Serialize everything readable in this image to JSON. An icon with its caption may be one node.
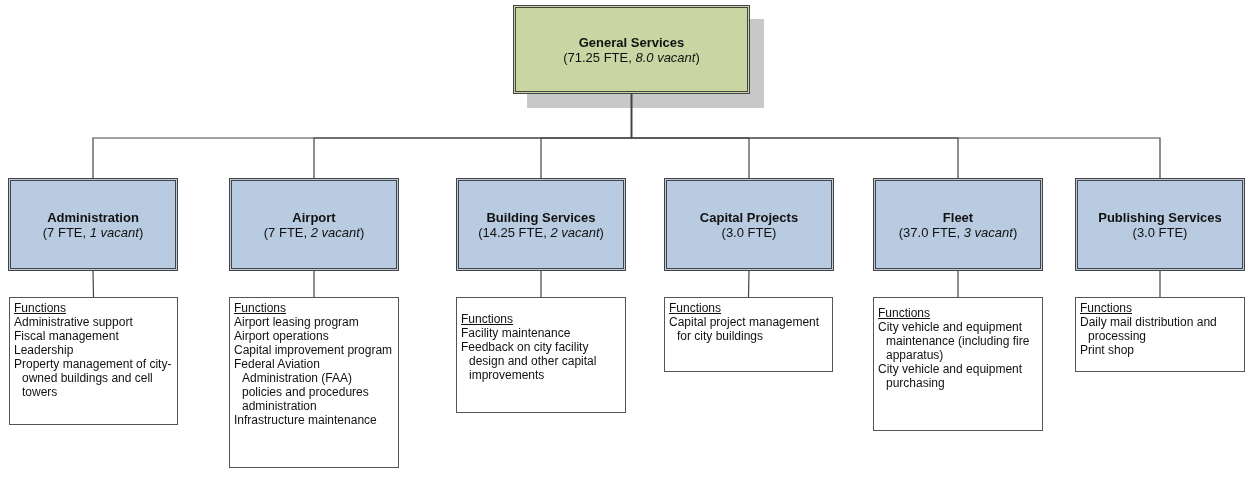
{
  "diagram": {
    "nodes": [
      {
        "text": [
          "General Services",
          "(71.25 FTE, *8.0 vacant*)"
        ]
      },
      {
        "text": [
          "Administration",
          "(7 FTE, *1 vacant*)"
        ]
      },
      {
        "text": [
          "Airport",
          "(7 FTE, *2 vacant*)"
        ]
      },
      {
        "text": [
          "Building Services",
          "(14.25 FTE, *2 vacant*)"
        ]
      },
      {
        "text": [
          "Capital Projects",
          "(3.0 FTE)"
        ]
      },
      {
        "text": [
          "Fleet",
          "(37.0 FTE, *3 vacant*)"
        ]
      },
      {
        "text": [
          "Publishing Services",
          "(3.0 FTE)"
        ]
      },
      {
        "text": [
          "Functions",
          "Administrative support",
          "Fiscal management",
          "Leadership",
          "Property management of city-owned buildings and cell towers"
        ]
      },
      {
        "text": [
          "Functions",
          "Airport leasing program",
          "Airport operations",
          "Capital improvement program",
          "Federal Aviation Administration (FAA) policies and procedures administration",
          "Infrastructure maintenance"
        ]
      },
      {
        "text": [
          "Functions",
          "Facility maintenance",
          "Feedback on city facility design and other capital improvements"
        ]
      },
      {
        "text": [
          "Functions",
          "Capital project management for city buildings"
        ]
      },
      {
        "text": [
          "Functions",
          "City vehicle and equipment maintenance (including fire apparatus)",
          "City vehicle and equipment purchasing"
        ]
      },
      {
        "text": [
          "Functions",
          "Daily mail distribution and processing",
          "Print shop"
        ]
      }
    ],
    "edges": [
      {
        "from": 0,
        "to": 1,
        "arrow": "none"
      },
      {
        "from": 0,
        "to": 2,
        "arrow": "none"
      },
      {
        "from": 0,
        "to": 3,
        "arrow": "none"
      },
      {
        "from": 0,
        "to": 4,
        "arrow": "none"
      },
      {
        "from": 0,
        "to": 5,
        "arrow": "none"
      },
      {
        "from": 0,
        "to": 6,
        "arrow": "none"
      },
      {
        "from": 1,
        "to": 7,
        "arrow": "none"
      },
      {
        "from": 2,
        "to": 8,
        "arrow": "none"
      },
      {
        "from": 3,
        "to": 9,
        "arrow": "none"
      },
      {
        "from": 4,
        "to": 10,
        "arrow": "none"
      },
      {
        "from": 5,
        "to": 11,
        "arrow": "none"
      },
      {
        "from": 6,
        "to": 12,
        "arrow": "none"
      }
    ]
  }
}
